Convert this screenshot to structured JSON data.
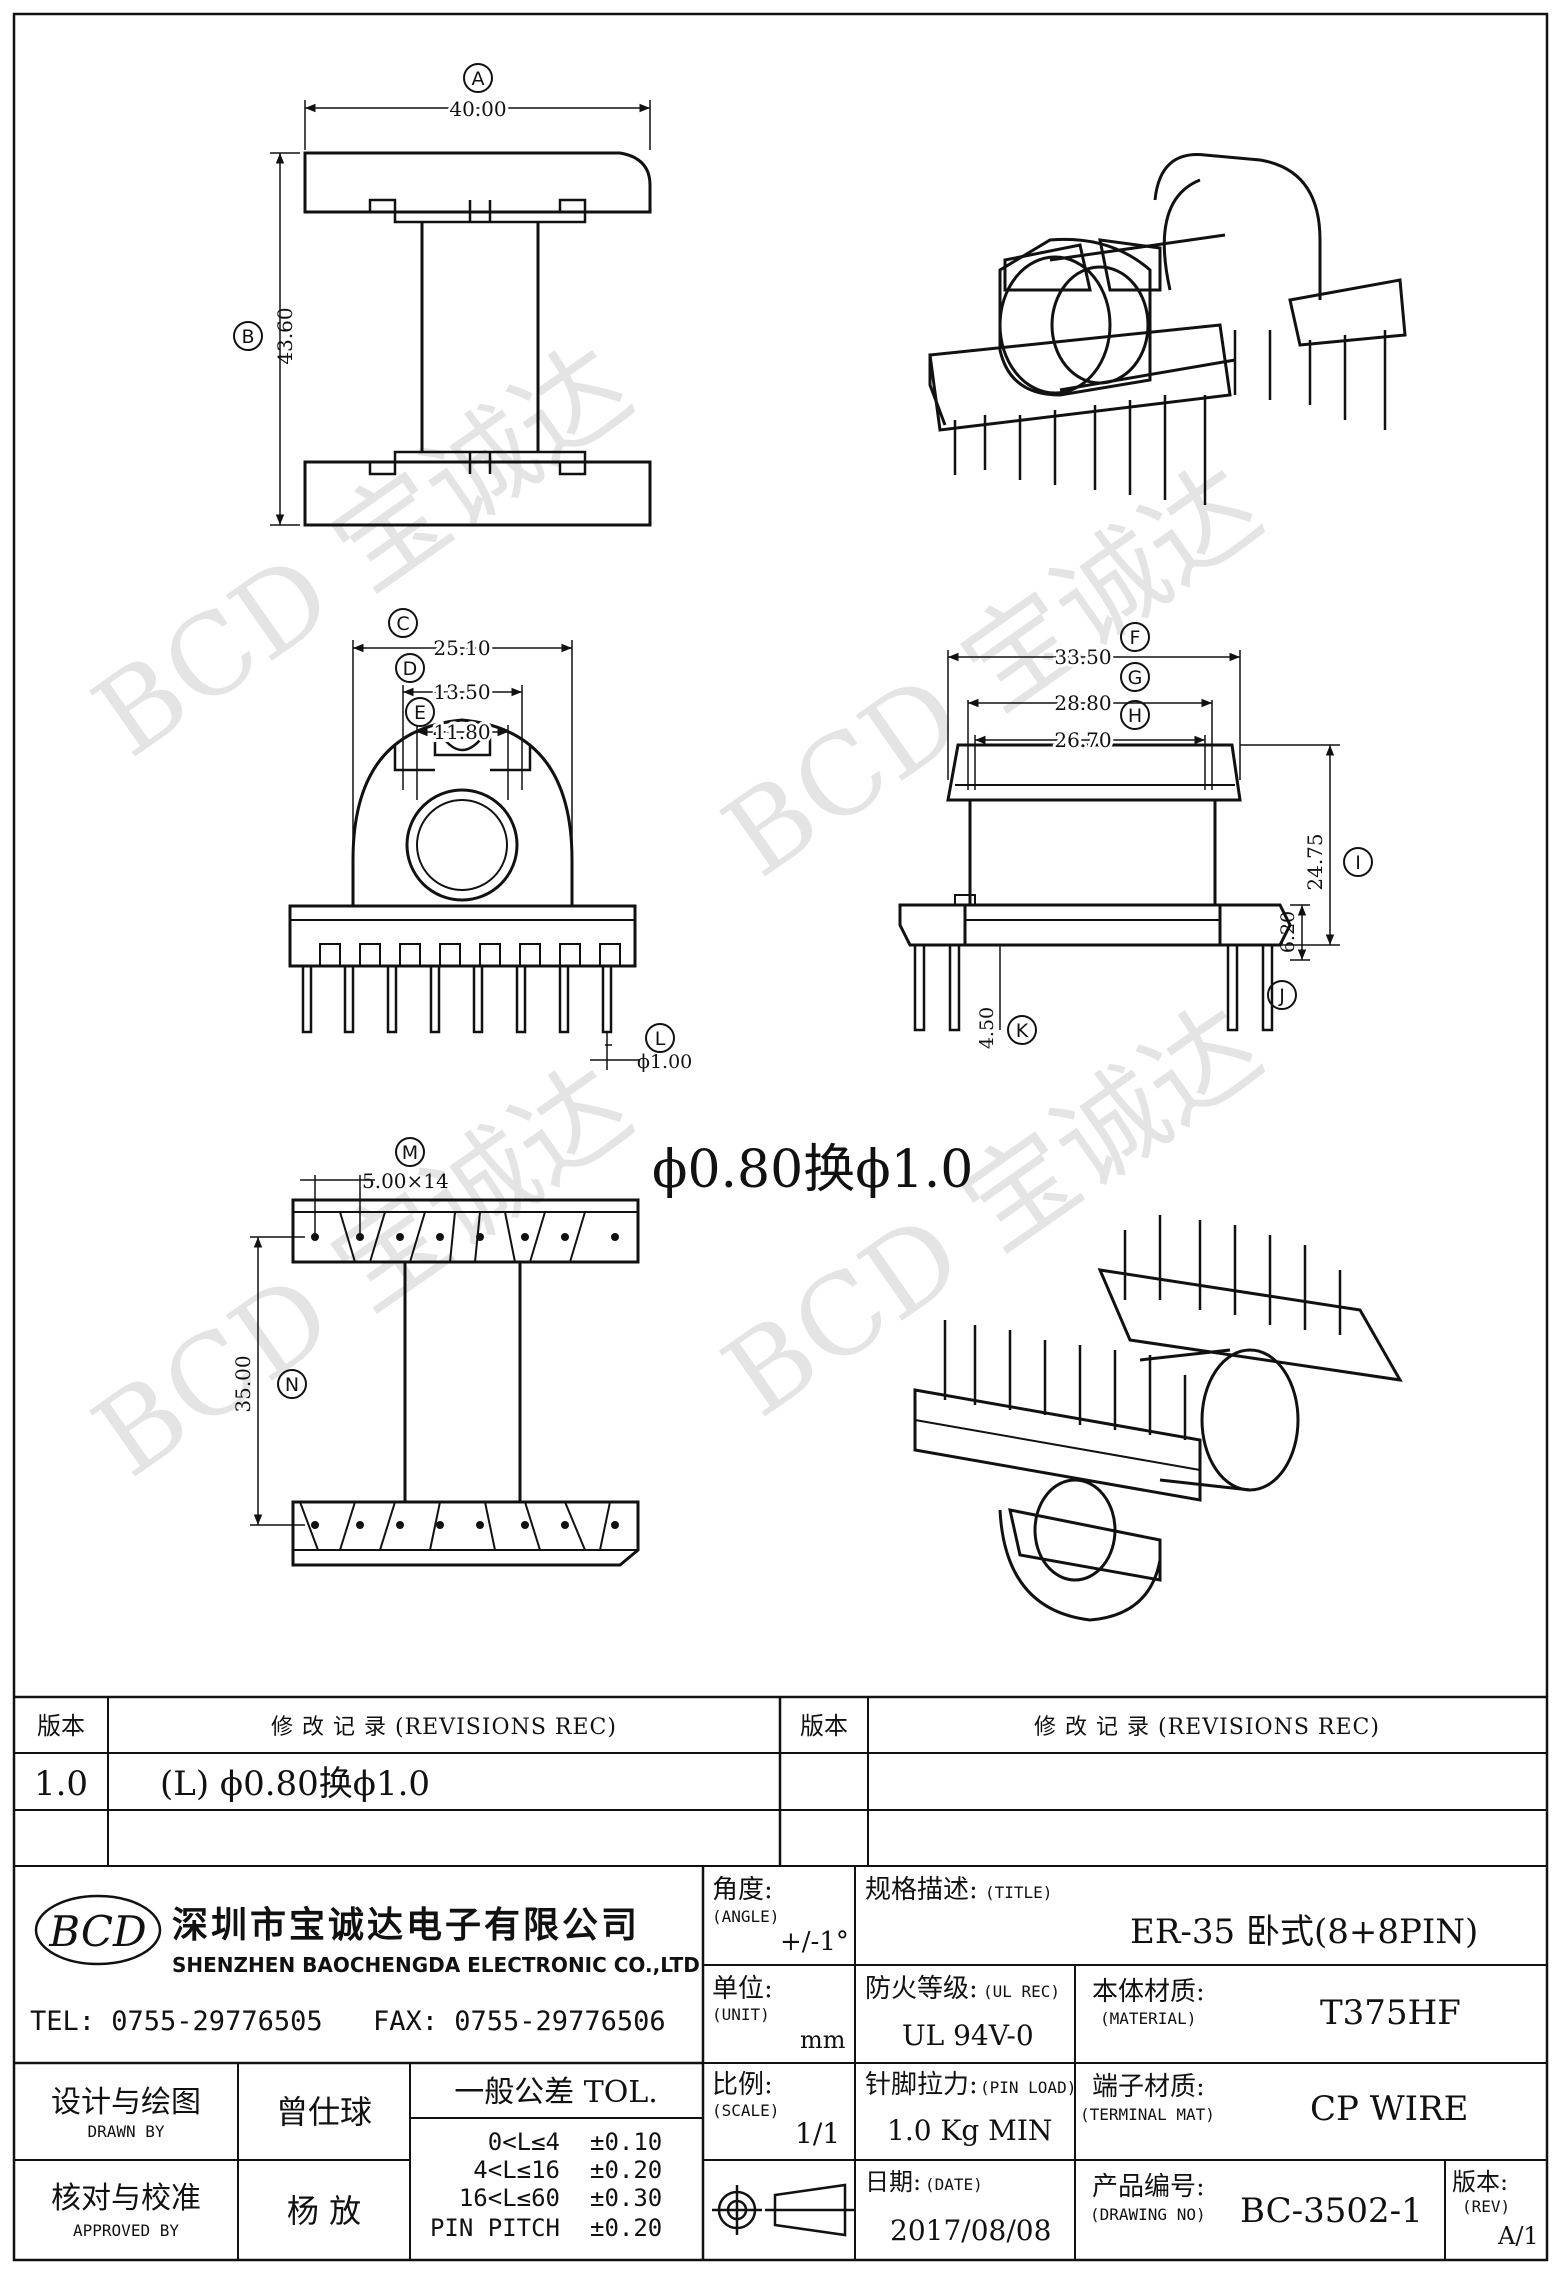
{
  "dimensions": {
    "A": {
      "label": "A",
      "value": "40.00"
    },
    "B": {
      "label": "B",
      "value": "43.60"
    },
    "C": {
      "label": "C",
      "value": "25.10"
    },
    "D": {
      "label": "D",
      "value": "13.50"
    },
    "E": {
      "label": "E",
      "value": "11.80"
    },
    "F": {
      "label": "F",
      "value": "33.50"
    },
    "G": {
      "label": "G",
      "value": "28.80"
    },
    "H": {
      "label": "H",
      "value": "26.70"
    },
    "I": {
      "label": "I",
      "value": "24.75"
    },
    "J": {
      "label": "J",
      "value": "6.20"
    },
    "K": {
      "label": "K",
      "value": "4.50"
    },
    "L": {
      "label": "L",
      "value": "ϕ1.00"
    },
    "M": {
      "label": "M",
      "value": "5.00×14"
    },
    "N": {
      "label": "N",
      "value": "35.00"
    }
  },
  "note": "ϕ0.80换ϕ1.0",
  "watermark": "BCD 宝诚达",
  "revisions": {
    "header_version": "版本",
    "header_record": "修 改 记 录 (REVISIONS REC)",
    "rows": [
      {
        "version": "1.0",
        "content": "(L)  ϕ0.80换ϕ1.0"
      }
    ]
  },
  "company": {
    "logo": "BCD",
    "name_cn": "深圳市宝诚达电子有限公司",
    "name_en": "SHENZHEN BAOCHENGDA ELECTRONIC CO.,LTD",
    "tel": "TEL: 0755-29776505",
    "fax": "FAX: 0755-29776506"
  },
  "titleblock": {
    "angle_label": "角度:",
    "angle_sub": "(ANGLE)",
    "angle_value": "+/-1°",
    "title_label": "规格描述:",
    "title_sub": "(TITLE)",
    "title_value": "ER-35 卧式(8+8PIN)",
    "unit_label": "单位:",
    "unit_sub": "(UNIT)",
    "unit_value": "mm",
    "fire_label": "防火等级:",
    "fire_sub": "(UL REC)",
    "fire_value": "UL 94V-0",
    "material_label": "本体材质:",
    "material_sub": "(MATERIAL)",
    "material_value": "T375HF",
    "scale_label": "比例:",
    "scale_sub": "(SCALE)",
    "scale_value": "1/1",
    "pinload_label": "针脚拉力:",
    "pinload_sub": "(PIN LOAD)",
    "pinload_value": "1.0 Kg MIN",
    "terminal_label": "端子材质:",
    "terminal_sub": "(TERMINAL MAT)",
    "terminal_value": "CP WIRE",
    "date_label": "日期:",
    "date_sub": "(DATE)",
    "date_value": "2017/08/08",
    "drawno_label": "产品编号:",
    "drawno_sub": "(DRAWING NO)",
    "drawno_value": "BC-3502-1",
    "rev_label": "版本:",
    "rev_sub": "(REV)",
    "rev_value": "A/1",
    "drawn_label": "设计与绘图",
    "drawn_sub": "DRAWN BY",
    "drawn_value": "曾仕球",
    "approved_label": "核对与校准",
    "approved_sub": "APPROVED BY",
    "approved_value": "杨  放",
    "tol_title": "一般公差 TOL.",
    "tolerances": [
      {
        "range": "0<L≤4",
        "value": "±0.10"
      },
      {
        "range": "4<L≤16",
        "value": "±0.20"
      },
      {
        "range": "16<L≤60",
        "value": "±0.30"
      },
      {
        "range": "PIN PITCH",
        "value": "±0.20"
      }
    ]
  }
}
